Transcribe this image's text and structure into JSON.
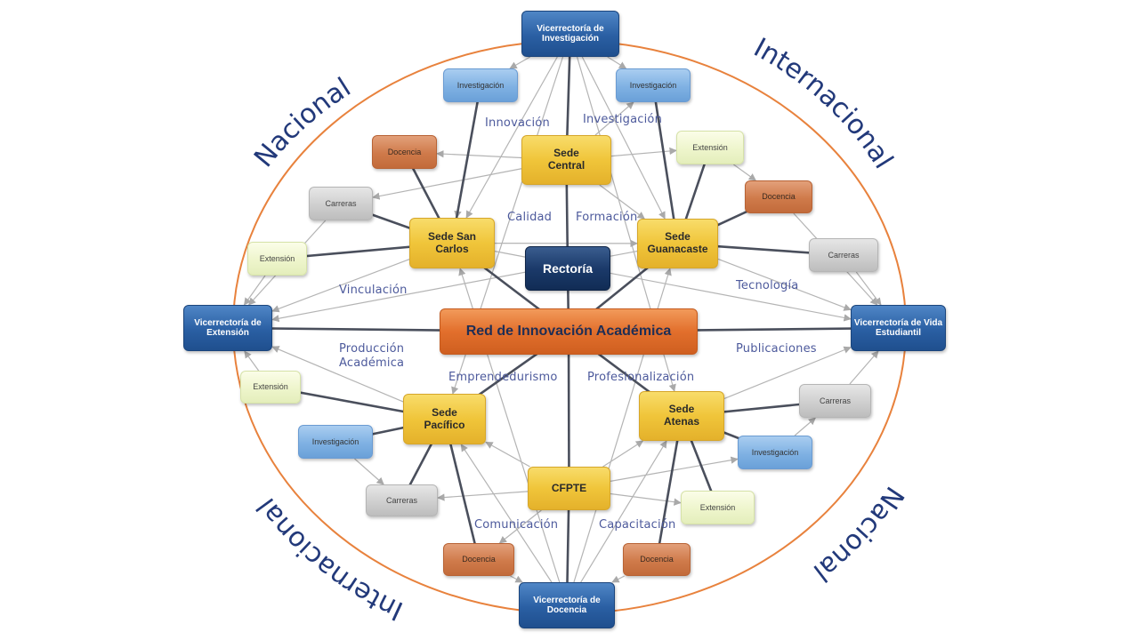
{
  "diagram": {
    "center": {
      "label": "Red de Innovación Académica",
      "color": "#e26f2c"
    },
    "rectoria": {
      "label": "Rectoría",
      "color": "#1b3a6a"
    },
    "vicerrectorias": [
      {
        "id": "vi",
        "label": "Vicerrectoría de Investigación"
      },
      {
        "id": "ve",
        "label": "Vicerrectoría de Extensión"
      },
      {
        "id": "vve",
        "label": "Vicerrectoría de Vida Estudiantil"
      },
      {
        "id": "vd",
        "label": "Vicerrectoría de Docencia"
      }
    ],
    "sedes": [
      {
        "id": "central",
        "label": "Sede Central"
      },
      {
        "id": "sancarlos",
        "label": "Sede San Carlos"
      },
      {
        "id": "guanacaste",
        "label": "Sede Guanacaste"
      },
      {
        "id": "pacifico",
        "label": "Sede Pacífico"
      },
      {
        "id": "atenas",
        "label": "Sede Atenas"
      },
      {
        "id": "cfpte",
        "label": "CFPTE"
      }
    ],
    "satellites": [
      {
        "id": "inv1",
        "type": "Investigación",
        "label": "Investigación"
      },
      {
        "id": "inv2",
        "type": "Investigación",
        "label": "Investigación"
      },
      {
        "id": "doc1",
        "type": "Docencia",
        "label": "Docencia"
      },
      {
        "id": "ext1",
        "type": "Extensión",
        "label": "Extensión"
      },
      {
        "id": "car1",
        "type": "Carreras",
        "label": "Carreras"
      },
      {
        "id": "doc2",
        "type": "Docencia",
        "label": "Docencia"
      },
      {
        "id": "ext2",
        "type": "Extensión",
        "label": "Extensión"
      },
      {
        "id": "car2",
        "type": "Carreras",
        "label": "Carreras"
      },
      {
        "id": "ext3",
        "type": "Extensión",
        "label": "Extensión"
      },
      {
        "id": "inv3",
        "type": "Investigación",
        "label": "Investigación"
      },
      {
        "id": "car3",
        "type": "Carreras",
        "label": "Carreras"
      },
      {
        "id": "inv4",
        "type": "Investigación",
        "label": "Investigación"
      },
      {
        "id": "car4",
        "type": "Carreras",
        "label": "Carreras"
      },
      {
        "id": "ext4",
        "type": "Extensión",
        "label": "Extensión"
      },
      {
        "id": "doc3",
        "type": "Docencia",
        "label": "Docencia"
      },
      {
        "id": "doc4",
        "type": "Docencia",
        "label": "Docencia"
      }
    ],
    "edge_labels": [
      "Innovación",
      "Investigación",
      "Calidad",
      "Formación",
      "Vinculación",
      "Tecnología",
      "Producción Académica",
      "Publicaciones",
      "Emprendedurismo",
      "Profesionalización",
      "Comunicación",
      "Capacitación"
    ],
    "ring_labels": {
      "top_left": "Nacional",
      "top_right": "Internacional",
      "bottom_left": "Internacional",
      "bottom_right": "Nacional"
    },
    "colors": {
      "ring": "#e8823d",
      "ring_text": "#22397a",
      "edge_label_text": "#4d5a9c",
      "vicerrectoria": "#2a5fa3",
      "sede": "#f0c53a",
      "investigacion": "#7fb1e3",
      "docencia": "#cf7a4a",
      "carreras": "#cfcfcf",
      "extension": "#eef5cc"
    }
  }
}
